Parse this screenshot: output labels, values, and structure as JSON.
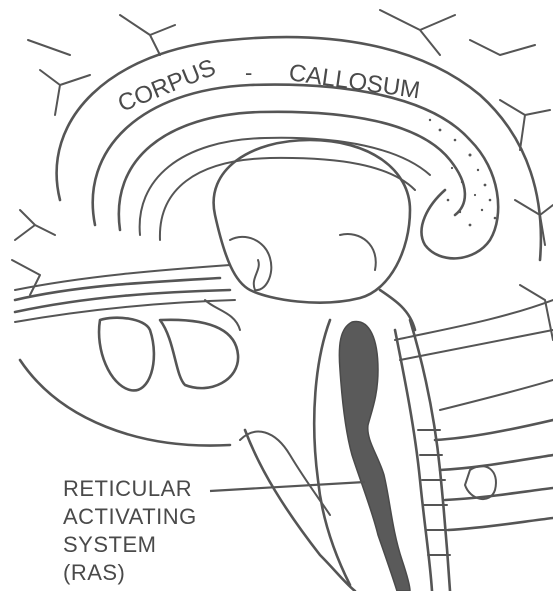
{
  "diagram": {
    "structure_labels": {
      "corpus": "CORPUS",
      "callosum": "CALLOSUM"
    },
    "callout": {
      "lines": [
        "RETICULAR",
        "ACTIVATING",
        "SYSTEM",
        "(RAS)"
      ]
    },
    "colors": {
      "ink": "#555555",
      "ras_fill": "#5a5a5a",
      "background": "#ffffff"
    }
  }
}
